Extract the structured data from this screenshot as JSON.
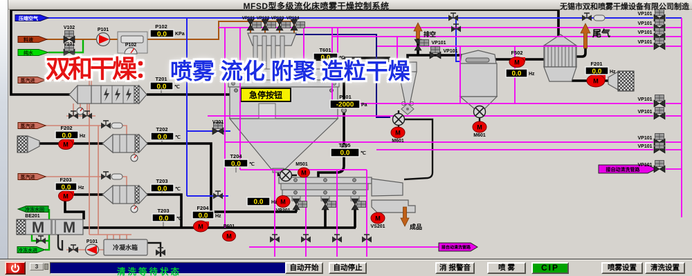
{
  "header": {
    "title": "MFSD型多级流化床喷雾干燥控制系统",
    "company": "无锡市双和喷雾干燥设备有限公司制造"
  },
  "watermark": {
    "red_text": "双和干燥：",
    "blue_text": "喷雾 流化 附聚 造粒干燥"
  },
  "glyphs": {
    "motor": "M",
    "chiller_m1": "M",
    "chiller_m2": "M"
  },
  "source_arrows": [
    {
      "id": "compressed-air",
      "label": "压缩空气",
      "color": "#1616e6"
    },
    {
      "id": "feed-liquid",
      "label": "料液",
      "color": "#b43c14"
    },
    {
      "id": "pure-water",
      "label": "纯水",
      "color": "#00dd00"
    },
    {
      "id": "steam-in-1",
      "label": "蒸汽进",
      "color": "#cc7060"
    },
    {
      "id": "steam-in-2",
      "label": "蒸汽进",
      "color": "#cc7060"
    },
    {
      "id": "steam-in-3",
      "label": "蒸汽进",
      "color": "#cc7060"
    },
    {
      "id": "chilled-water-return",
      "label": "冷冻水回",
      "color": "#00aa22"
    },
    {
      "id": "chilled-water-supply",
      "label": "冷冻水进",
      "color": "#00cc22"
    }
  ],
  "flow_labels": {
    "vent": "排空",
    "exhaust": "尾气",
    "product": "成品",
    "cip_right": "接自动清洗管路",
    "cip_bottom": "接自动清洗管路"
  },
  "equipment": {
    "estop": "急停按钮",
    "chiller_id": "BE201",
    "condensate_tank": "冷凝水箱"
  },
  "displays": [
    {
      "label": "P102",
      "value": "0.0",
      "unit": "KPa"
    },
    {
      "label": "T201",
      "value": "0.0",
      "unit": "℃"
    },
    {
      "label": "F202",
      "value": "0.0",
      "unit": "Hz"
    },
    {
      "label": "T202",
      "value": "0.0",
      "unit": "℃"
    },
    {
      "label": "F203",
      "value": "0.0",
      "unit": "Hz"
    },
    {
      "label": "T203",
      "value": "0.0",
      "unit": "℃"
    },
    {
      "label": "T203",
      "value": "0.0",
      "unit": "℃"
    },
    {
      "label": "F204",
      "value": "0.0",
      "unit": "Hz"
    },
    {
      "label": "T204",
      "value": "0.0",
      "unit": "℃"
    },
    {
      "label": "T205",
      "value": "0.0",
      "unit": "℃"
    },
    {
      "label": "P301",
      "value": "-2000",
      "unit": "Pa"
    },
    {
      "label": "T601",
      "value": "0.0",
      "unit": "℃"
    },
    {
      "label": "",
      "value": "0.0",
      "unit": "Hz"
    },
    {
      "label": "F502",
      "value": "0.0",
      "unit": "Hz"
    },
    {
      "label": "F201",
      "value": "0.0",
      "unit": "Hz"
    }
  ],
  "valves": {
    "v102": "V102",
    "v101": "V101",
    "p101_pump": "P101",
    "p102_gauge": "P102",
    "p101_pump_b": "P101",
    "v301": "V301",
    "vent_valve": "VP101",
    "line_valve": "VP101",
    "manifold": [
      {
        "label": "VP101"
      },
      {
        "label": "VP102"
      },
      {
        "label": "VP103"
      },
      {
        "label": "VP104"
      }
    ],
    "right_column": [
      {
        "label": "VP101"
      },
      {
        "label": "VP101"
      },
      {
        "label": "VP101"
      },
      {
        "label": "VP101"
      },
      {
        "label": "VP101"
      },
      {
        "label": "VP101"
      },
      {
        "label": "VP101"
      },
      {
        "label": "VP101"
      },
      {
        "label": "VP101"
      }
    ]
  },
  "motors": [
    {
      "label": "M501"
    },
    {
      "label": "VP201"
    },
    {
      "label": "M601"
    },
    {
      "label": "M601"
    },
    {
      "label": "VS201"
    },
    {
      "label": "P601"
    }
  ],
  "toolbar": {
    "counter": "3",
    "status": "清洗等待状态",
    "buttons": [
      {
        "label": "自动开始"
      },
      {
        "label": "自动停止"
      },
      {
        "label": "消 报警音"
      },
      {
        "label": "喷 雾"
      },
      {
        "label": "CIP"
      },
      {
        "label": "喷雾设置"
      },
      {
        "label": "清洗设置"
      }
    ]
  }
}
